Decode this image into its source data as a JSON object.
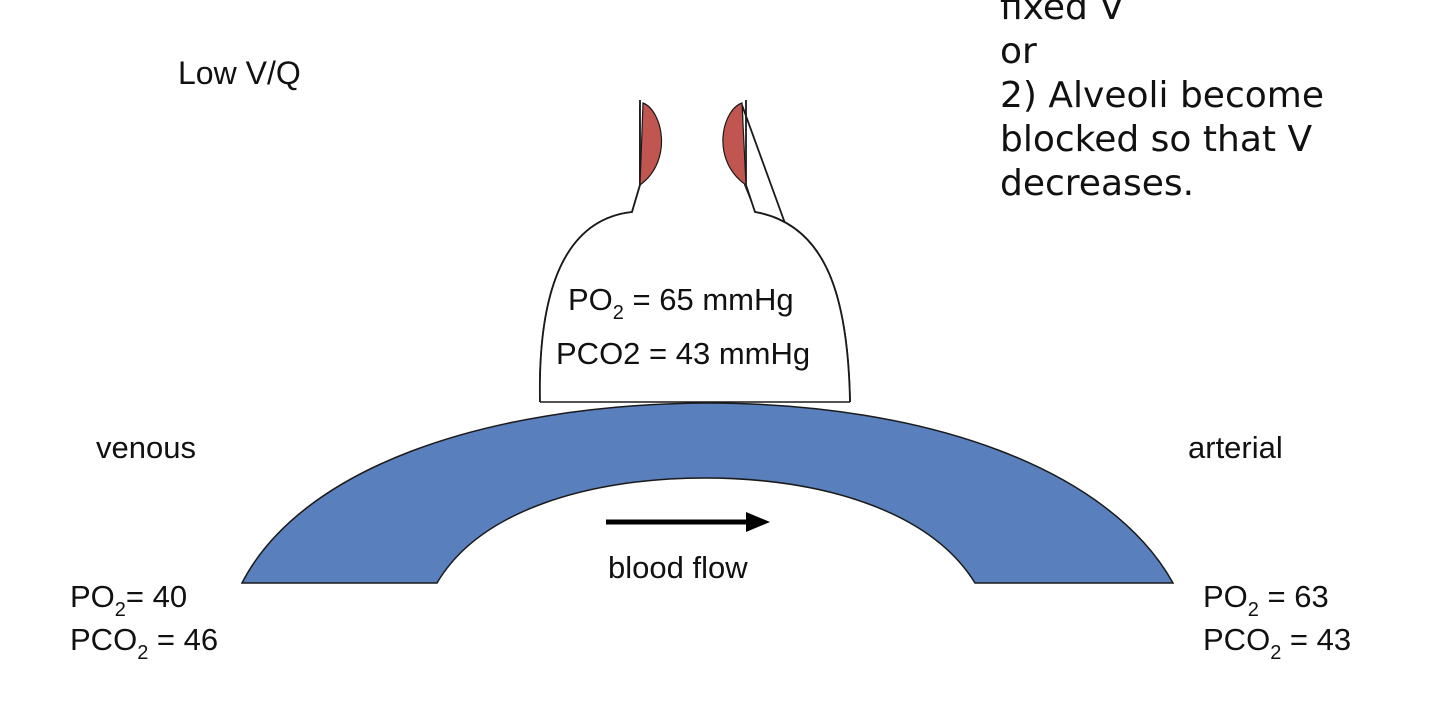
{
  "title": "Low V/Q",
  "note_lines": [
    "fixed V",
    "or",
    "2) Alveoli become",
    "blocked so that V",
    "decreases."
  ],
  "alveolus": {
    "po2": {
      "prefix": "PO",
      "sub": "2",
      "rest": " = 65 mmHg"
    },
    "pco2": "PCO2 = 43 mmHg"
  },
  "venous": {
    "label": "venous",
    "po2": {
      "prefix": "PO",
      "sub": "2",
      "rest": "= 40"
    },
    "pco2": {
      "prefix": "PCO",
      "sub": "2",
      "rest": " = 46"
    }
  },
  "arterial": {
    "label": "arterial",
    "po2": {
      "prefix": "PO",
      "sub": "2",
      "rest": " = 63"
    },
    "pco2": {
      "prefix": "PCO",
      "sub": "2",
      "rest": " = 43"
    }
  },
  "flow_label": "blood flow",
  "colors": {
    "vessel": "#5a7fbd",
    "airway_wall": "#c0564f",
    "outline": "#1a1a1a"
  }
}
